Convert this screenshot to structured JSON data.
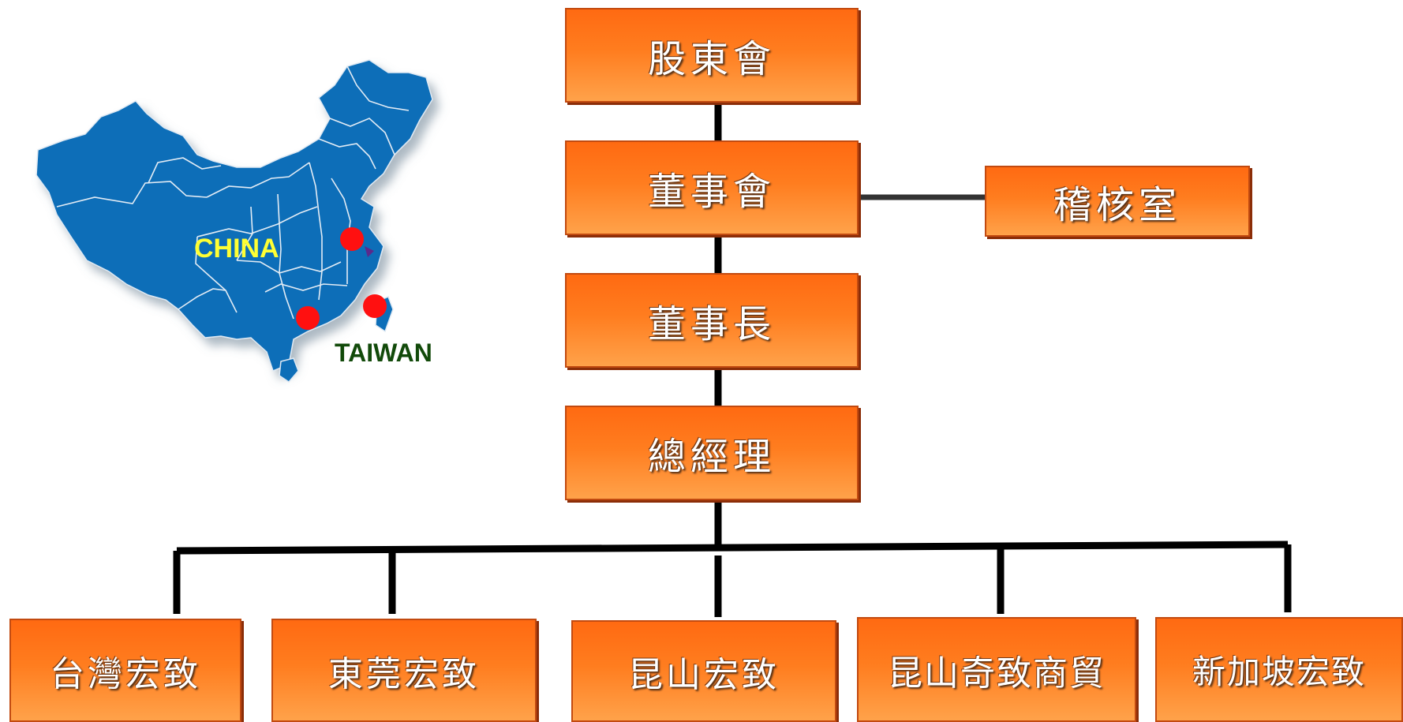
{
  "map": {
    "label_china": "CHINA",
    "label_taiwan": "TAIWAN",
    "region_color": "#0d6eb8",
    "marker_color": "#ff1010",
    "china_label_color": "#ffff33",
    "taiwan_label_color": "#124a0a"
  },
  "org": {
    "shareholders": "股東會",
    "board": "董事會",
    "audit": "稽核室",
    "chairman": "董事長",
    "general_manager": "總經理",
    "subsidiaries": [
      "台灣宏致",
      "東莞宏致",
      "昆山宏致",
      "昆山奇致商貿",
      "新加坡宏致"
    ]
  },
  "colors": {
    "box_top": "#ff6a12",
    "box_bottom": "#ffa24a",
    "connector": "#000000"
  }
}
